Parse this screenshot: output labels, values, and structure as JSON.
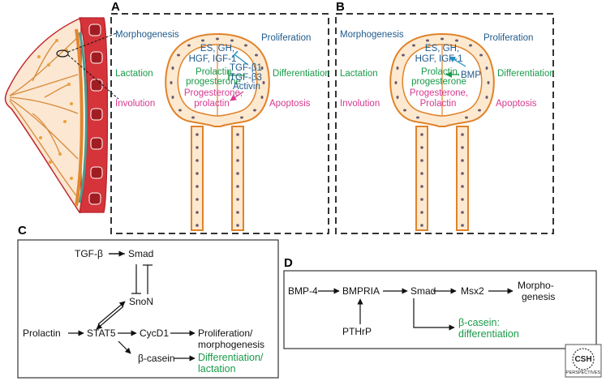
{
  "panels": {
    "A": {
      "label": "A",
      "corners": {
        "top_left": "Morphogenesis",
        "top_right": "Proliferation",
        "mid_left": "Lactation",
        "mid_right": "Differentiation",
        "bottom_left": "Involution",
        "bottom_right": "Apoptosis"
      },
      "inner": {
        "line1": "ES, GH,",
        "line2": "HGF, IGF-1",
        "line3": "Prolactin,",
        "line4": "progesterone",
        "line5": "Progesterone,",
        "line6": "prolactin"
      },
      "signals": {
        "s1": "TGF-β1",
        "s2": "TGF-β3",
        "s3": "Activin"
      }
    },
    "B": {
      "label": "B",
      "corners": {
        "top_left": "Morphogenesis",
        "top_right": "Proliferation",
        "mid_left": "Lactation",
        "mid_right": "Differentiation",
        "bottom_left": "Involution",
        "bottom_right": "Apoptosis"
      },
      "inner": {
        "line1": "ES, GH,",
        "line2": "HGF, IGF-1",
        "line3": "Prolactin,",
        "line4": "progesterone",
        "line5": "Progesterone,",
        "line6": "Prolactin"
      },
      "signals": {
        "s1": "BMP"
      }
    },
    "C": {
      "label": "C",
      "tgfb": "TGF-β",
      "smad": "Smad",
      "snon": "SnoN",
      "prolactin": "Prolactin",
      "stat5": "STAT5",
      "cycd1": "CycD1",
      "prolif1": "Proliferation/",
      "prolif2": "morphogenesis",
      "bcasein": "β-casein",
      "diff1": "Differentiation/",
      "diff2": "lactation"
    },
    "D": {
      "label": "D",
      "bmp4": "BMP-4",
      "bmpria": "BMPRIA",
      "smad": "Smad",
      "msx2": "Msx2",
      "morph1": "Morpho-",
      "morph2": "genesis",
      "pthrp": "PTHrP",
      "bc1": "β-casein:",
      "bc2": "differentiation"
    }
  },
  "logo": {
    "line1": "CSH",
    "line2": "PERSPECTIVES"
  },
  "colors": {
    "blue": "#1f5a8c",
    "green": "#1a9a4a",
    "pink": "#d6398f",
    "orange": "#e0822a",
    "tissue": "#fde9cf"
  }
}
